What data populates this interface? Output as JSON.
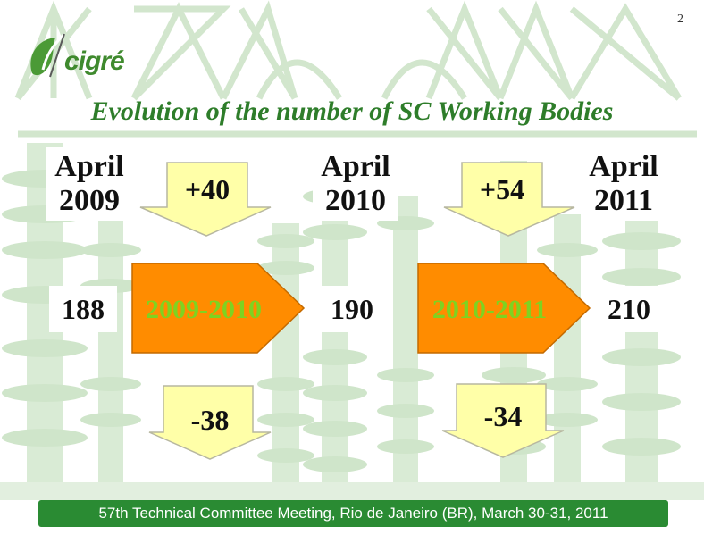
{
  "slide": {
    "page_number": "2",
    "logo_text": "cigré",
    "title": "Evolution of the number of  SC Working Bodies",
    "dates": [
      {
        "month": "April",
        "year": "2009"
      },
      {
        "month": "April",
        "year": "2010"
      },
      {
        "month": "April",
        "year": "2011"
      }
    ],
    "counts": [
      "188",
      "190",
      "210"
    ],
    "periods": [
      "2009-2010",
      "2010-2011"
    ],
    "additions": [
      "+40",
      "+54"
    ],
    "removals": [
      "-38",
      "-34"
    ],
    "footer": "57th Technical Committee Meeting, Rio de Janeiro (BR), March 30-31, 2011"
  },
  "colors": {
    "title": "#2e7d2a",
    "arrow_fill": "#ffffa8",
    "period_fill": "#ff8c00",
    "period_text": "#7ed321",
    "footer_bg": "#2a8b33",
    "background_pattern": "#d6ead2"
  }
}
